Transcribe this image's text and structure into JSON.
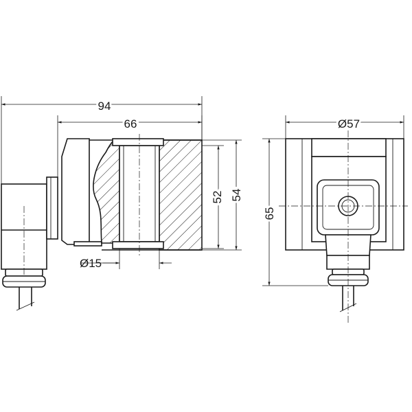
{
  "drawing": {
    "dimensions": {
      "overall_width": "94",
      "body_width": "66",
      "bore_diameter": "Ø15",
      "inner_height": "52",
      "outer_height": "54",
      "front_diameter": "Ø57",
      "front_height": "65"
    }
  }
}
